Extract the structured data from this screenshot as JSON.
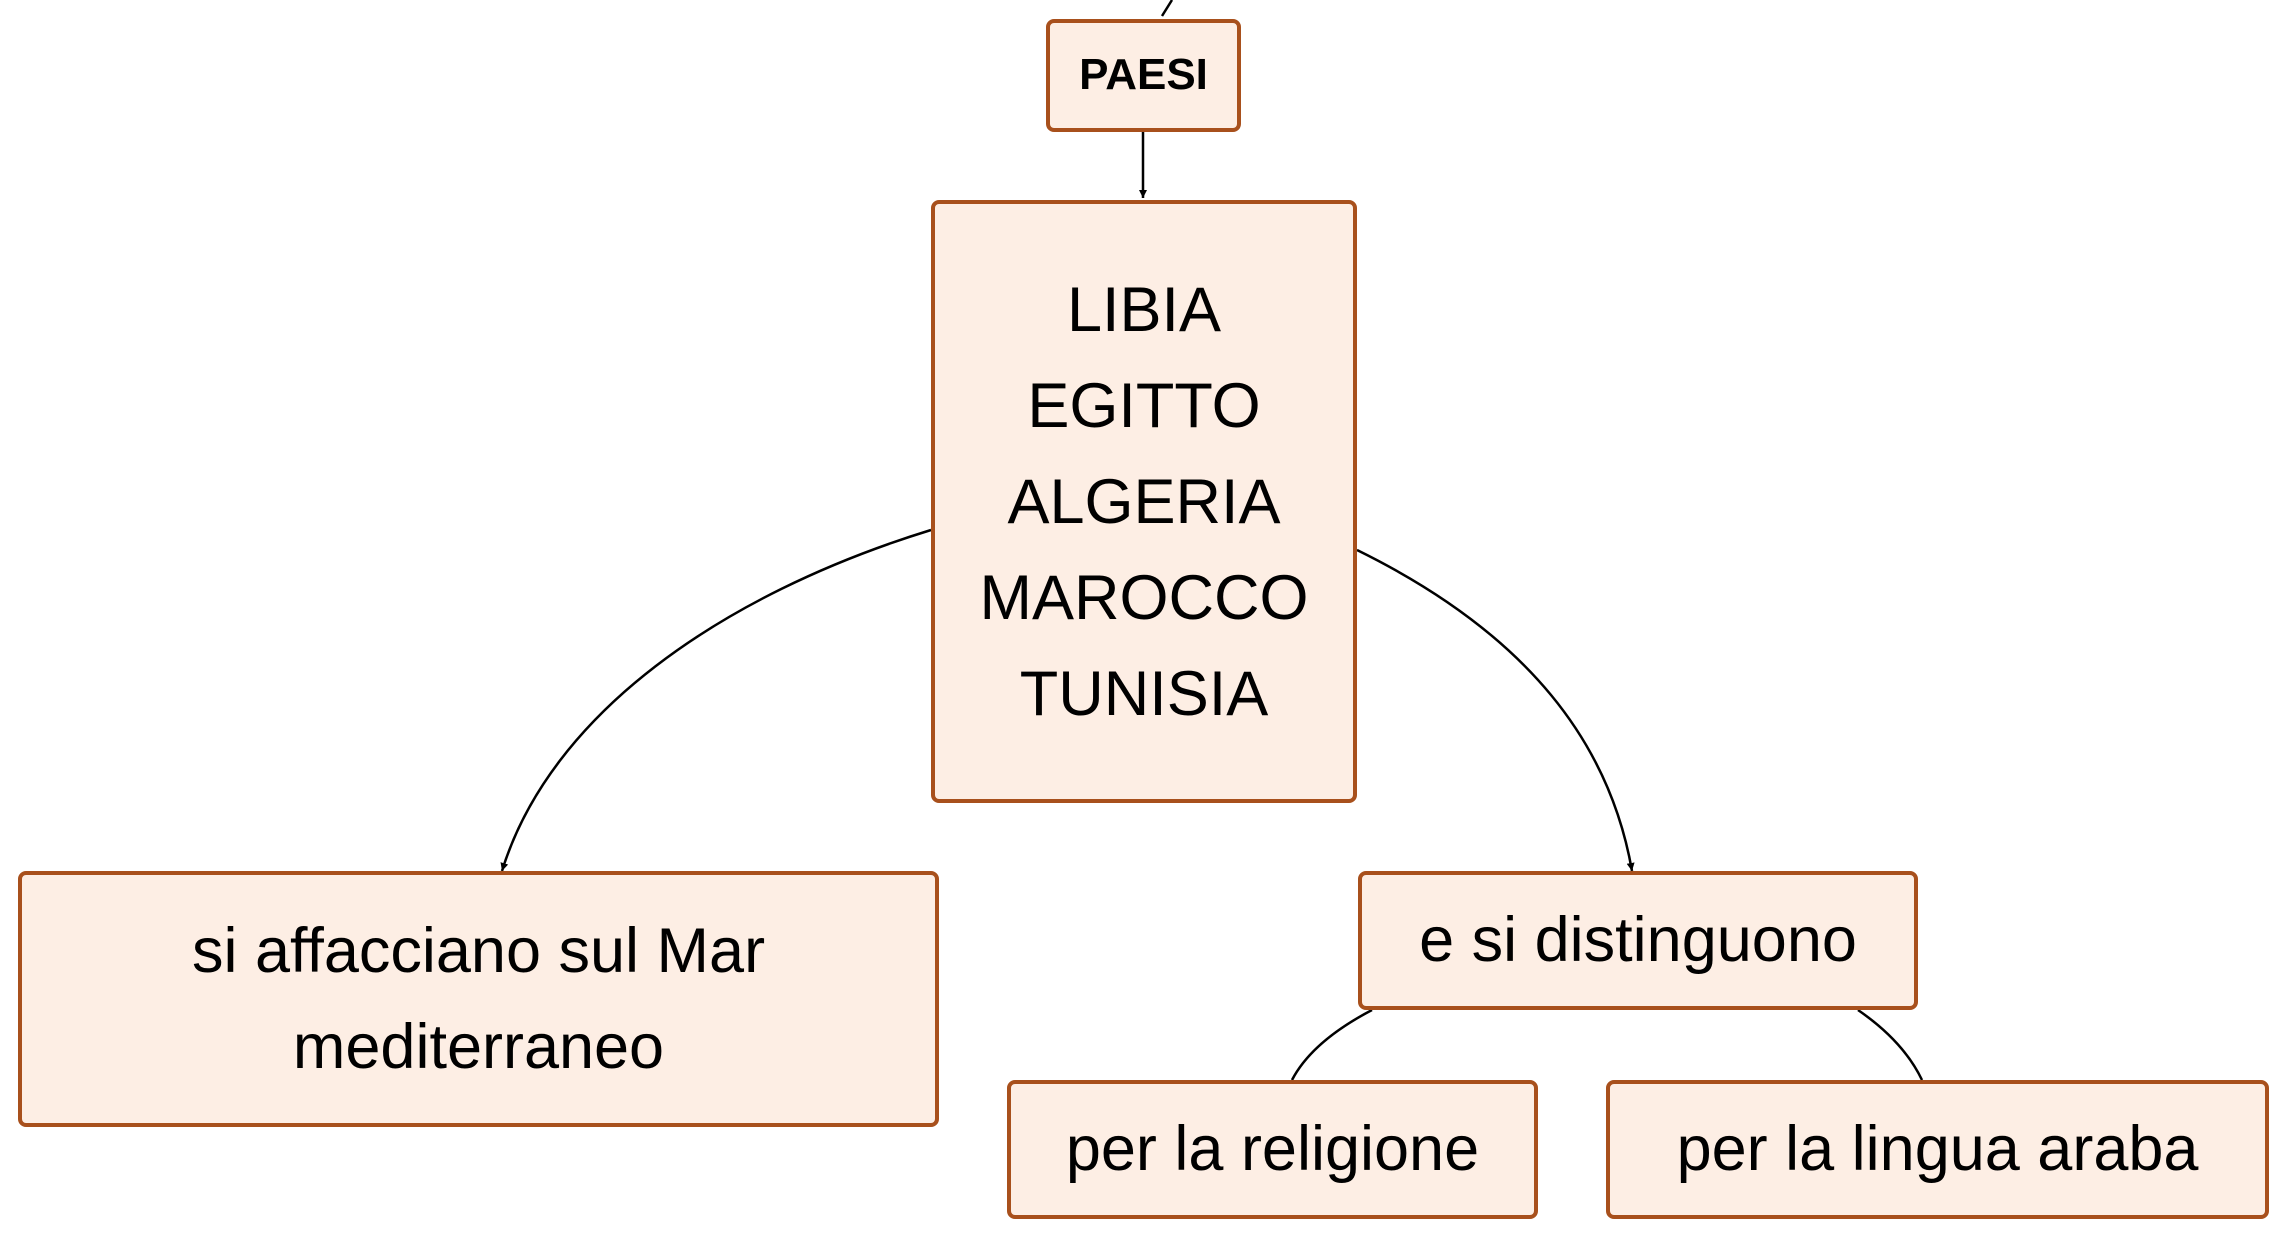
{
  "diagram": {
    "nodes": {
      "paesi": {
        "label": "PAESI"
      },
      "countries": {
        "lines": [
          "LIBIA",
          "EGITTO",
          "ALGERIA",
          "MAROCCO",
          "TUNISIA"
        ]
      },
      "mar": {
        "lines": [
          "si affacciano sul Mar",
          "mediterraneo"
        ]
      },
      "distinguono": {
        "label": "e si distinguono"
      },
      "religione": {
        "label": "per la religione"
      },
      "lingua": {
        "label": "per la lingua araba"
      }
    },
    "style": {
      "node_fill": "#fdeee4",
      "node_border": "#a8501c",
      "edge_color": "#000000"
    }
  }
}
